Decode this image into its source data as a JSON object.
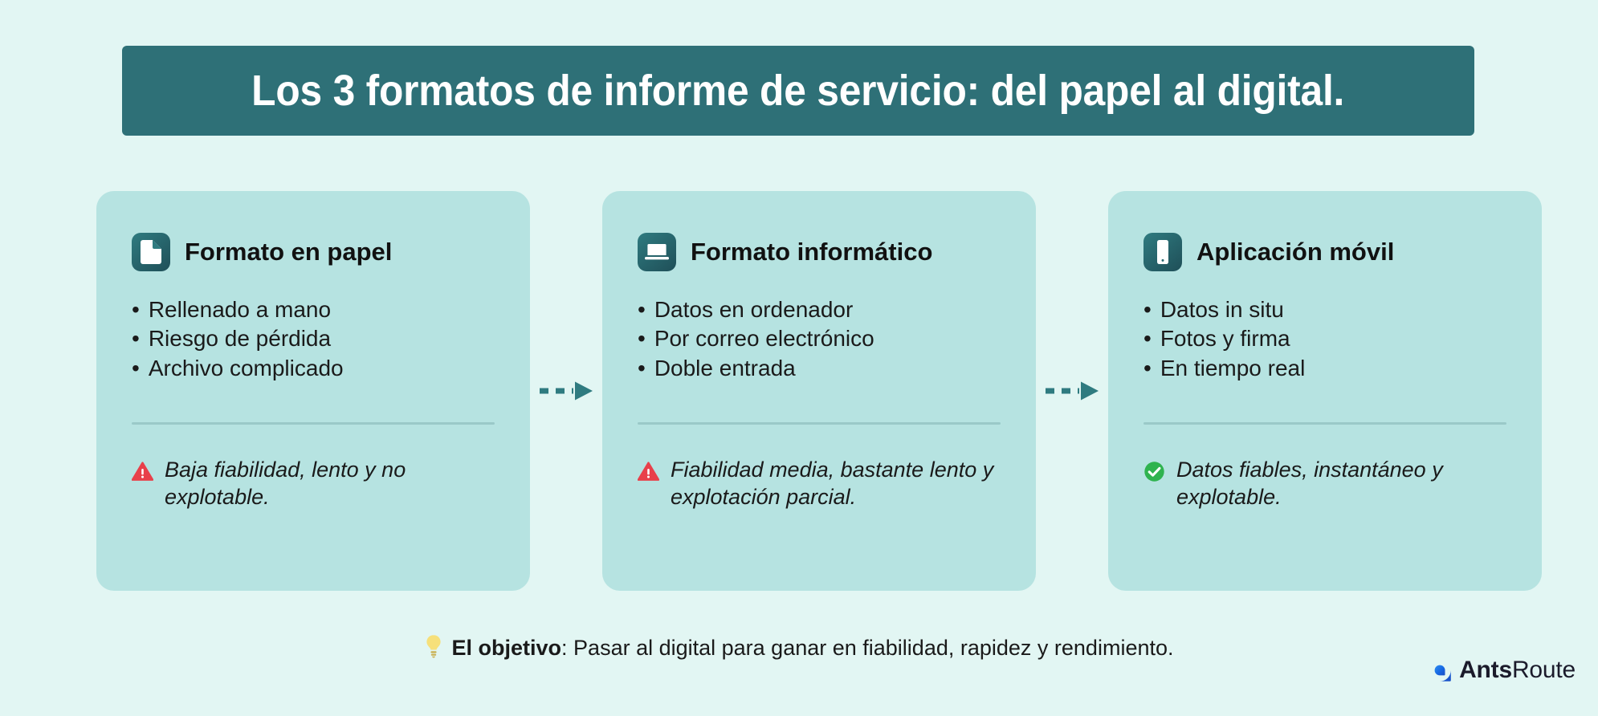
{
  "page": {
    "background_color": "#e2f6f3",
    "title_banner_color": "#2e7077",
    "card_color": "#b6e3e1",
    "accent_color": "#2f7b80",
    "warning_color": "#e8404a",
    "success_color": "#2fb34f",
    "logo_color": "#1668e3"
  },
  "header": {
    "title": "Los 3 formatos de informe de servicio: del papel al digital."
  },
  "cards": [
    {
      "icon": "document-icon",
      "title": "Formato en papel",
      "bullets": [
        "Rellenado a mano",
        "Riesgo de pérdida",
        "Archivo complicado"
      ],
      "verdict_icon": "warning-triangle-icon",
      "verdict": "Baja fiabilidad, lento y no explotable."
    },
    {
      "icon": "laptop-icon",
      "title": "Formato informático",
      "bullets": [
        "Datos en ordenador",
        "Por correo electrónico",
        "Doble entrada"
      ],
      "verdict_icon": "warning-triangle-icon",
      "verdict": "Fiabilidad media, bastante lento y explotación parcial."
    },
    {
      "icon": "mobile-phone-icon",
      "title": "Aplicación móvil",
      "bullets": [
        "Datos in situ",
        "Fotos y firma",
        "En tiempo real"
      ],
      "verdict_icon": "check-circle-icon",
      "verdict": "Datos fiables, instantáneo y explotable."
    }
  ],
  "connectors": [
    {
      "icon": "dashed-arrow-right-icon"
    },
    {
      "icon": "dashed-arrow-right-icon"
    }
  ],
  "footer": {
    "icon": "lightbulb-icon",
    "label": "El objetivo",
    "separator": ": ",
    "text": "Pasar al digital para ganar en fiabilidad, rapidez y rendimiento."
  },
  "logo": {
    "icon": "antsroute-mark-icon",
    "name_strong": "Ants",
    "name_regular": "Route"
  },
  "bullet_glyph": "•"
}
